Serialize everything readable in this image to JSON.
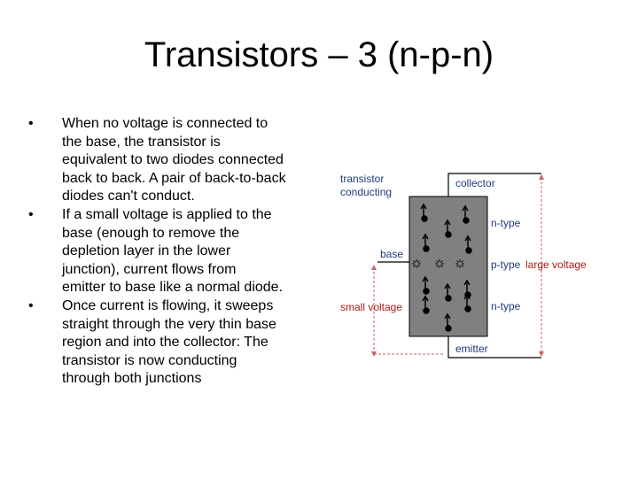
{
  "title": "Transistors – 3 (n-p-n)",
  "bullets": [
    {
      "bullet": "•",
      "lines": [
        "When no voltage is connected to",
        "the base, the transistor is",
        "equivalent to two diodes connected",
        "back to back. A pair of back-to-back",
        "diodes can't conduct."
      ]
    },
    {
      "bullet": "•",
      "lines": [
        "If a small voltage is applied to the",
        "base (enough to remove the",
        "depletion layer in the lower",
        "junction), current flows from",
        "emitter to base like a normal diode."
      ]
    },
    {
      "bullet": "•",
      "lines": [
        "Once current is flowing, it sweeps",
        "straight through the very thin base",
        "region and into the collector: The",
        "transistor is now conducting",
        "through both junctions"
      ]
    }
  ],
  "diagram": {
    "state_label": [
      "transistor",
      "conducting"
    ],
    "collector": "collector",
    "emitter": "emitter",
    "base": "base",
    "top_region": "n-type",
    "middle_region": "p-type",
    "bottom_region": "n-type",
    "small_voltage": "small voltage",
    "large_voltage": "large voltage",
    "colors": {
      "box_fill": "#808080",
      "blue_label": "#1f3a7a",
      "red_label": "#b01818",
      "dashed_line": "#c86464",
      "carrier": "#000000"
    }
  }
}
